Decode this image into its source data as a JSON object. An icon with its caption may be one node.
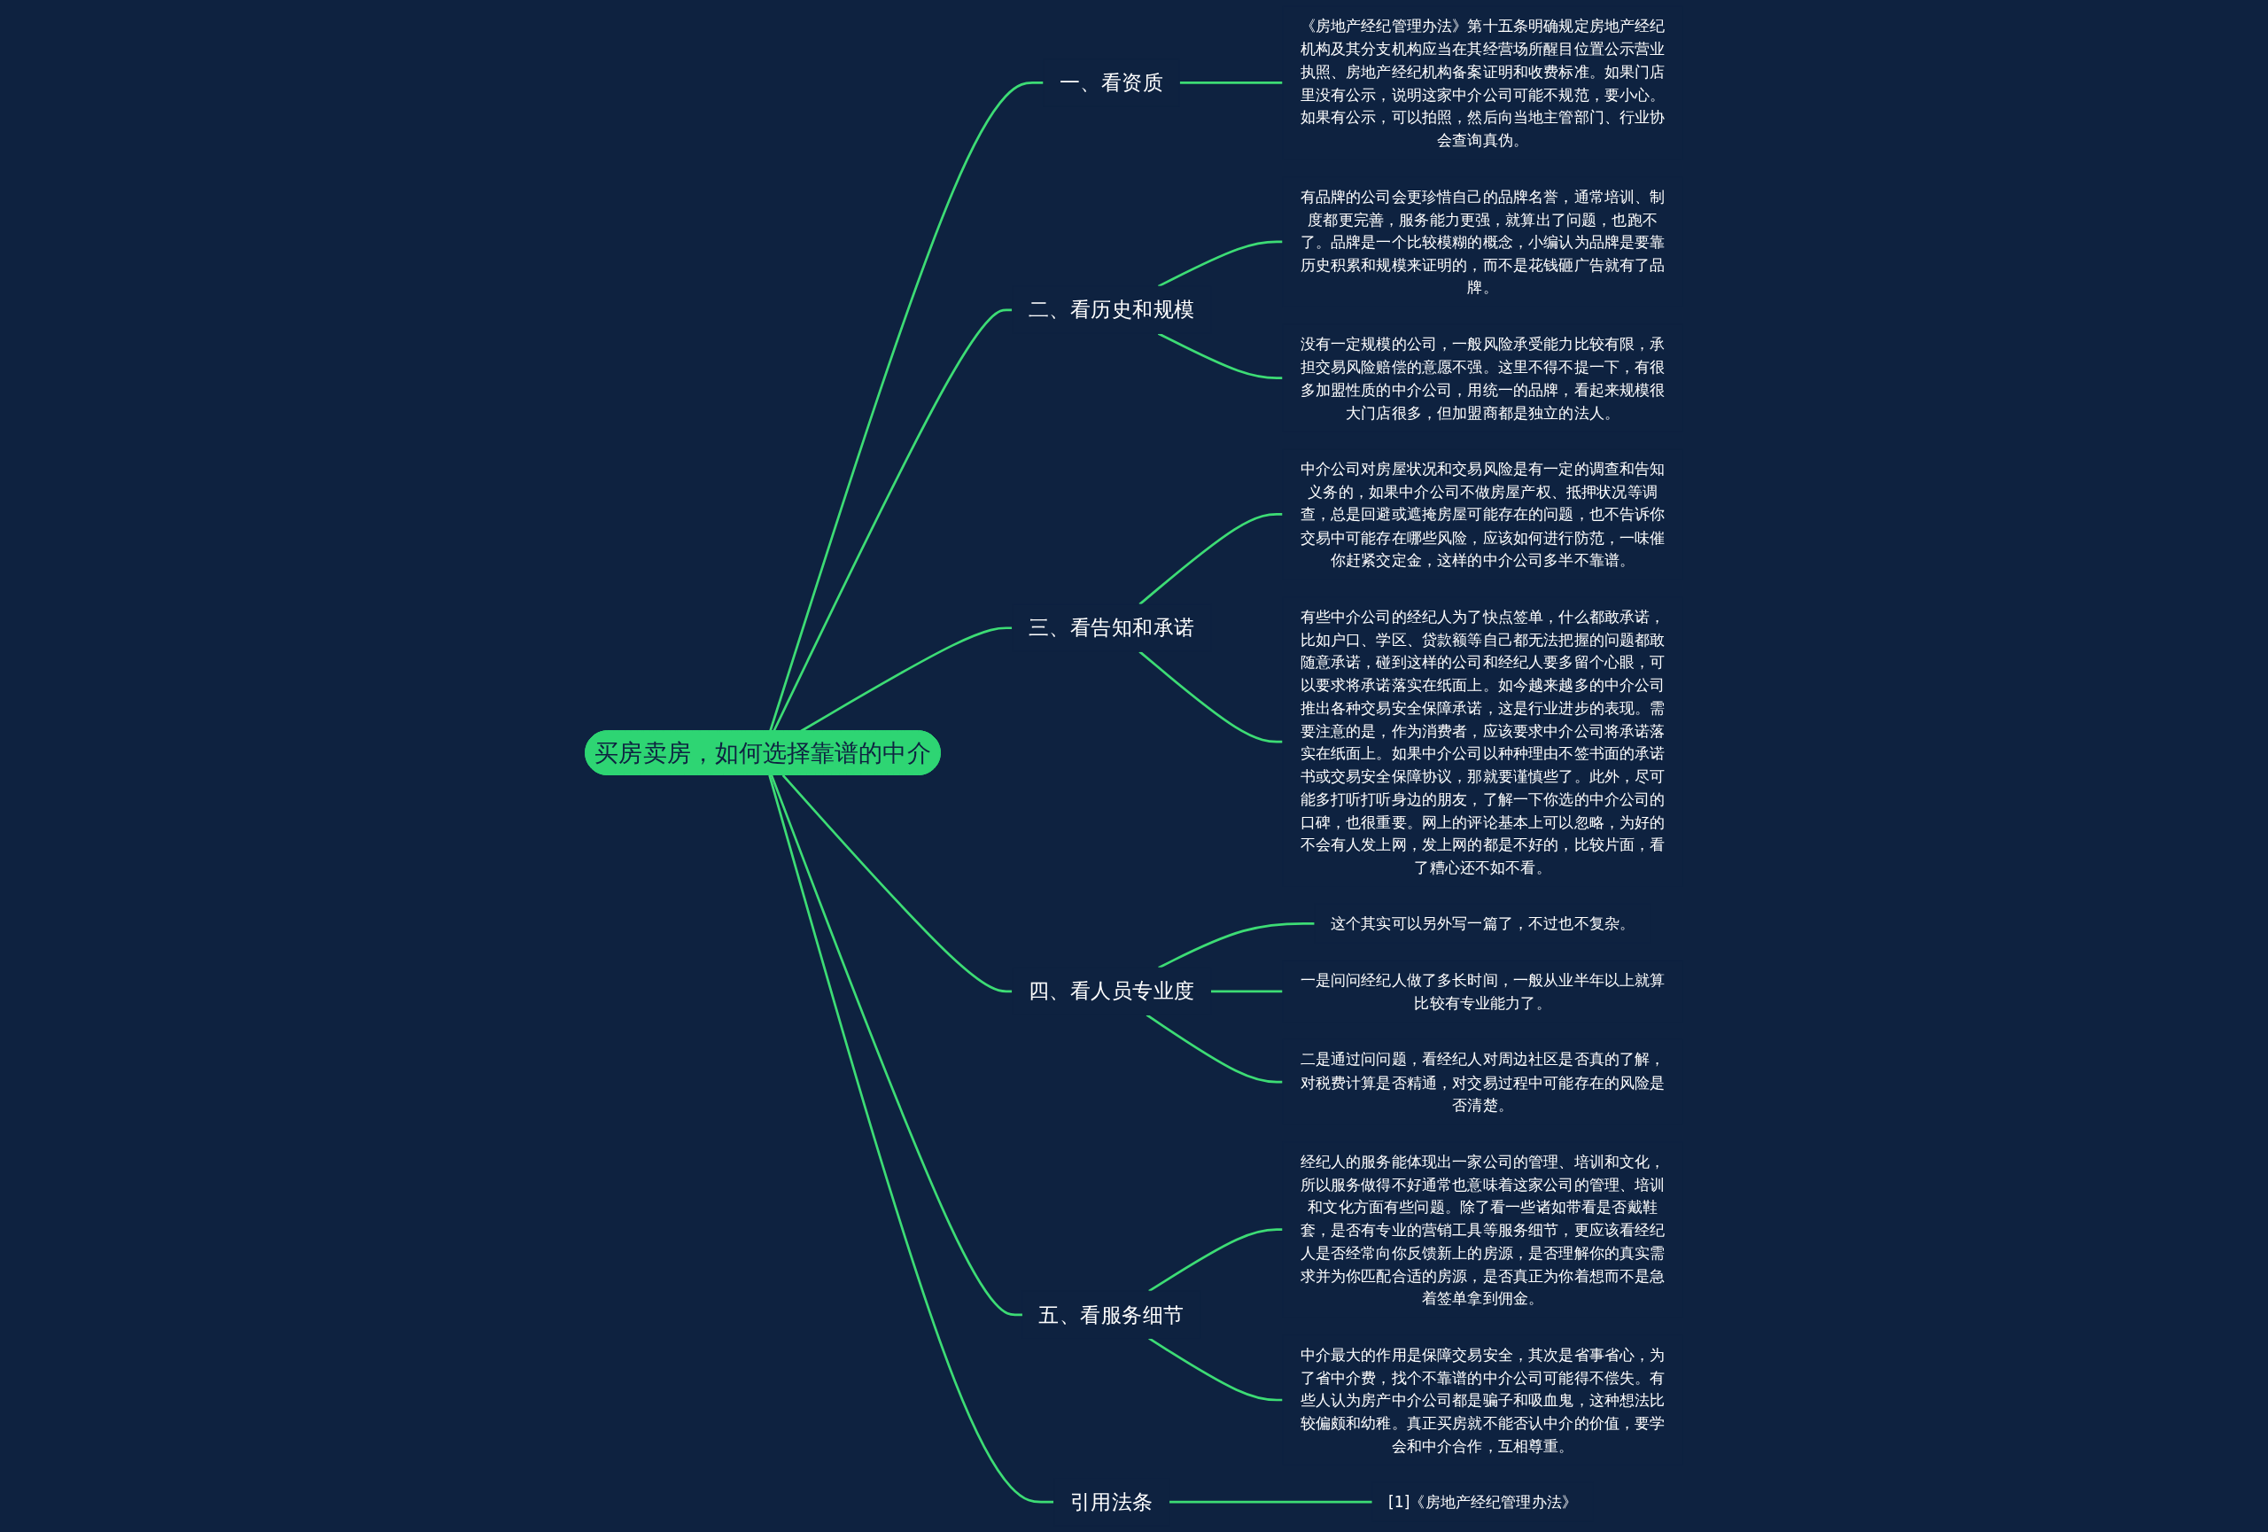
{
  "diagram": {
    "nodes": [
      {
        "text": [
          "买房卖房，如何选择靠谱的中介"
        ]
      },
      {
        "text": [
          "一、看资质"
        ]
      },
      {
        "text": [
          "《房地产经纪管理办法》第十五条明确规定房地产经纪机构及其分支机构应当在其经营场所醒目位置公示营业执照、房地产经纪机构备案证明和收费标准。如果门店里没有公示，说明这家中介公司可能不规范，要小心。如果有公示，可以拍照，然后向当地主管部门、行业协会查询真伪。"
        ]
      },
      {
        "text": [
          "二、看历史和规模"
        ]
      },
      {
        "text": [
          "有品牌的公司会更珍惜自己的品牌名誉，通常培训、制度都更完善，服务能力更强，就算出了问题，也跑不了。品牌是一个比较模糊的概念，小编认为品牌是要靠历史积累和规模来证明的，而不是花钱砸广告就有了品牌。"
        ]
      },
      {
        "text": [
          "没有一定规模的公司，一般风险承受能力比较有限，承担交易风险赔偿的意愿不强。这里不得不提一下，有很多加盟性质的中介公司，用统一的品牌，看起来规模很大门店很多，但加盟商都是独立的法人。"
        ]
      },
      {
        "text": [
          "三、看告知和承诺"
        ]
      },
      {
        "text": [
          "中介公司对房屋状况和交易风险是有一定的调查和告知义务的，如果中介公司不做房屋产权、抵押状况等调查，总是回避或遮掩房屋可能存在的问题，也不告诉你交易中可能存在哪些风险，应该如何进行防范，一味催你赶紧交定金，这样的中介公司多半不靠谱。"
        ]
      },
      {
        "text": [
          "有些中介公司的经纪人为了快点签单，什么都敢承诺，比如户口、学区、贷款额等自己都无法把握的问题都敢随意承诺，碰到这样的公司和经纪人要多留个心眼，可以要求将承诺落实在纸面上。如今越来越多的中介公司推出各种交易安全保障承诺，这是行业进步的表现。需要注意的是，作为消费者，应该要求中介公司将承诺落实在纸面上。如果中介公司以种种理由不签书面的承诺书或交易安全保障协议，那就要谨慎些了。此外，尽可能多打听打听身边的朋友，了解一下你选的中介公司的口碑，也很重要。网上的评论基本上可以忽略，为好的不会有人发上网，发上网的都是不好的，比较片面，看了糟心还不如不看。"
        ]
      },
      {
        "text": [
          "四、看人员专业度"
        ]
      },
      {
        "text": [
          "这个其实可以另外写一篇了，不过也不复杂。"
        ]
      },
      {
        "text": [
          "一是问问经纪人做了多长时间，一般从业半年以上就算比较有专业能力了。"
        ]
      },
      {
        "text": [
          "二是通过问问题，看经纪人对周边社区是否真的了解，对税费计算是否精通，对交易过程中可能存在的风险是否清楚。"
        ]
      },
      {
        "text": [
          "五、看服务细节"
        ]
      },
      {
        "text": [
          "经纪人的服务能体现出一家公司的管理、培训和文化，所以服务做得不好通常也意味着这家公司的管理、培训和文化方面有些问题。除了看一些诸如带看是否戴鞋套，是否有专业的营销工具等服务细节，更应该看经纪人是否经常向你反馈新上的房源，是否理解你的真实需求并为你匹配合适的房源，是否真正为你着想而不是急着签单拿到佣金。"
        ]
      },
      {
        "text": [
          "中介最大的作用是保障交易安全，其次是省事省心，为了省中介费，找个不靠谱的中介公司可能得不偿失。有些人认为房产中介公司都是骗子和吸血鬼，这种想法比较偏颇和幼稚。真正买房就不能否认中介的价值，要学会和中介合作，互相尊重。"
        ]
      },
      {
        "text": [
          "引用法条"
        ]
      },
      {
        "text": [
          "[1]《房地产经纪管理办法》"
        ]
      }
    ],
    "edges": [
      {
        "from": 0,
        "to": 1,
        "arrow": "none"
      },
      {
        "from": 1,
        "to": 2,
        "arrow": "none"
      },
      {
        "from": 0,
        "to": 3,
        "arrow": "none"
      },
      {
        "from": 3,
        "to": 4,
        "arrow": "none"
      },
      {
        "from": 3,
        "to": 5,
        "arrow": "none"
      },
      {
        "from": 0,
        "to": 6,
        "arrow": "none"
      },
      {
        "from": 6,
        "to": 7,
        "arrow": "none"
      },
      {
        "from": 6,
        "to": 8,
        "arrow": "none"
      },
      {
        "from": 0,
        "to": 9,
        "arrow": "none"
      },
      {
        "from": 9,
        "to": 10,
        "arrow": "none"
      },
      {
        "from": 9,
        "to": 11,
        "arrow": "none"
      },
      {
        "from": 9,
        "to": 12,
        "arrow": "none"
      },
      {
        "from": 0,
        "to": 13,
        "arrow": "none"
      },
      {
        "from": 13,
        "to": 14,
        "arrow": "none"
      },
      {
        "from": 13,
        "to": 15,
        "arrow": "none"
      },
      {
        "from": 0,
        "to": 16,
        "arrow": "none"
      },
      {
        "from": 16,
        "to": 17,
        "arrow": "none"
      }
    ]
  }
}
